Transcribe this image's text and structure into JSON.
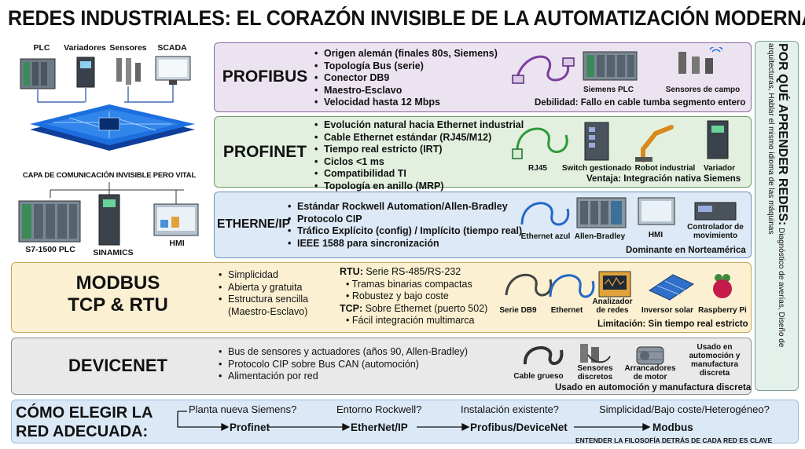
{
  "title": "REDES INDUSTRIALES: EL CORAZÓN INVISIBLE DE LA AUTOMATIZACIÓN MODERNA",
  "left": {
    "top_devices": [
      "PLC",
      "Variadores",
      "Sensores",
      "SCADA"
    ],
    "layer_caption": "CAPA DE COMUNICACIÓN INVISIBLE PERO VITAL",
    "bottom_devices": [
      "S7-1500 PLC",
      "SINAMICS",
      "HMI"
    ]
  },
  "profibus": {
    "name": "PROFIBUS",
    "bullets": [
      "Origen alemán (finales 80s, Siemens)",
      "Topología Bus (serie)",
      "Conector DB9",
      "Maestro-Esclavo",
      "Velocidad hasta 12 Mbps"
    ],
    "images": [
      "Siemens PLC",
      "Sensores de campo"
    ],
    "note": "Debilidad: Fallo en cable tumba segmento entero"
  },
  "profinet": {
    "name": "PROFINET",
    "bullets": [
      "Evolución natural hacia Ethernet industrial",
      "Cable Ethernet estándar (RJ45/M12)",
      "Tiempo real estricto (IRT)",
      "Ciclos <1 ms",
      "Compatibilidad TI",
      "Topología en anillo (MRP)"
    ],
    "images": [
      "RJ45",
      "Switch gestionado",
      "Robot industrial",
      "Variador"
    ],
    "note": "Ventaja: Integración nativa Siemens"
  },
  "ethernetip": {
    "name": "ETHERNE/IP",
    "bullets": [
      "Estándar Rockwell Automation/Allen-Bradley",
      "Protocolo CIP",
      "Tráfico Explícito (config) / Implícito (tiempo real)",
      "IEEE 1588 para sincronización"
    ],
    "images": [
      "Ethernet azul",
      "Allen-Bradley",
      "HMI",
      "Controlador de movimiento"
    ],
    "note": "Dominante en Norteamérica"
  },
  "modbus": {
    "name_line1": "MODBUS",
    "name_line2": "TCP & RTU",
    "bullets": [
      "Simplicidad",
      "Abierta y gratuita",
      "Estructura sencilla",
      "(Maestro-Esclavo)"
    ],
    "rtu_label": "RTU:",
    "rtu_text": "Serie RS-485/RS-232",
    "rtu_items": [
      "Tramas binarias compactas",
      "Robustez y bajo coste"
    ],
    "tcp_label": "TCP:",
    "tcp_text": "Sobre Ethernet (puerto 502)",
    "tcp_items": [
      "Fácil integración multimarca"
    ],
    "images": [
      "Serie DB9",
      "Ethernet",
      "Analizador de redes",
      "Inversor solar",
      "Raspberry Pi"
    ],
    "note": "Limitación: Sin tiempo real estricto"
  },
  "devicenet": {
    "name": "DEVICENET",
    "bullets": [
      "Bus de sensores y actuadores (años 90, Allen-Bradley)",
      "Protocolo CIP sobre Bus CAN (automoción)",
      "Alimentación por red"
    ],
    "images": [
      "Cable grueso",
      "Sensores discretos",
      "Arrancadores de motor",
      "Usado en automoción y manufactura discreta"
    ],
    "note": "Usado en automoción y manufactura discreta"
  },
  "side": {
    "heading": "POR QUÉ APRENDER REDES:",
    "text": "Diagnóstico de averías, Diseño de arquitecturas, Hablar el mismo idioma de las máquinas"
  },
  "bottom": {
    "title_line1": "CÓMO ELEGIR LA",
    "title_line2": "RED ADECUADA:",
    "questions": [
      "Planta nueva Siemens?",
      "Entorno Rockwell?",
      "Instalación existente?",
      "Simplicidad/Bajo coste/Heterogéneo?"
    ],
    "answers": [
      "Profinet",
      "EtherNet/IP",
      "Profibus/DeviceNet",
      "Modbus"
    ],
    "footer": "ENTENDER LA FILOSOFÍA DETRÁS DE CADA RED ES CLAVE"
  },
  "colors": {
    "profibus_bg": "#ece3f0",
    "profibus_border": "#8c6aa0",
    "profinet_bg": "#e3f0df",
    "profinet_border": "#6f9a64",
    "ethernetip_bg": "#dde9f6",
    "ethernetip_border": "#6f90b8",
    "modbus_bg": "#fbf0d2",
    "modbus_border": "#c9a65a",
    "devicenet_bg": "#e9e9e9",
    "devicenet_border": "#8f8f8f",
    "layer_blue": "#1d6fe0"
  }
}
